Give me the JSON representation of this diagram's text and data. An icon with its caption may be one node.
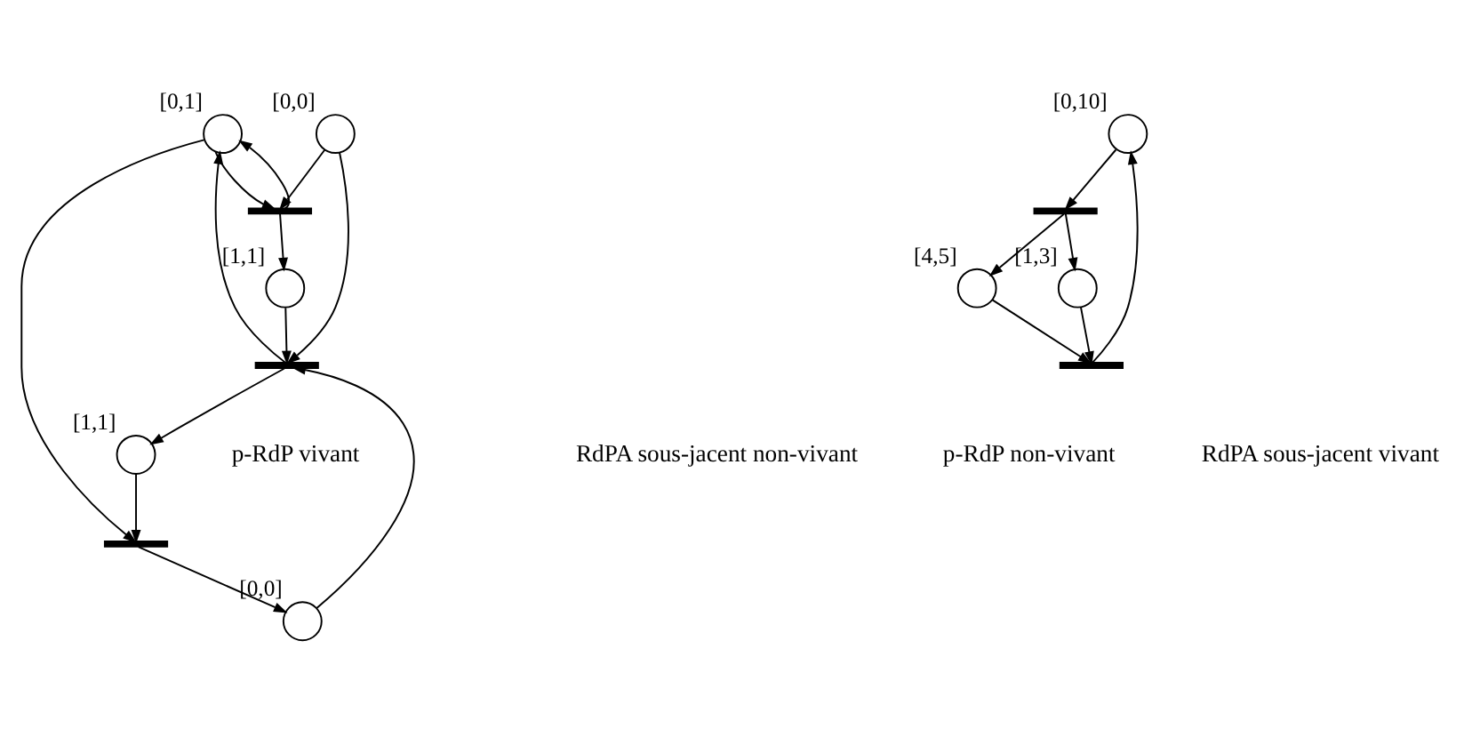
{
  "diagram": {
    "nodes": [
      {
        "text": [],
        "shape": "circle",
        "beside": [
          "[0,1]"
        ]
      },
      {
        "text": [],
        "shape": "circle",
        "beside": [
          "[1,1]"
        ]
      },
      {
        "text": [],
        "shape": "bar"
      },
      {
        "text": [],
        "shape": "bar"
      },
      {
        "text": [],
        "shape": "circle",
        "beside": [
          "[0,0]"
        ]
      },
      {
        "text": [],
        "shape": "circle",
        "beside": [
          "[1,1]"
        ]
      },
      {
        "text": [],
        "shape": "circle",
        "beside": [
          "[0,0]"
        ]
      },
      {
        "text": [],
        "shape": "bar"
      },
      {
        "text": [],
        "shape": "circle",
        "beside": [
          "[0,10]"
        ]
      },
      {
        "text": [],
        "shape": "circle",
        "beside": [
          "[1,3]"
        ]
      },
      {
        "text": [],
        "shape": "bar"
      },
      {
        "text": [],
        "shape": "bar"
      },
      {
        "text": [],
        "shape": "circle",
        "beside": [
          "[4,5]"
        ]
      }
    ],
    "edges": [
      {
        "from": 0,
        "to": 2,
        "arrow": "to"
      },
      {
        "from": 2,
        "to": 0,
        "arrow": "to"
      },
      {
        "from": 4,
        "to": 2,
        "arrow": "to"
      },
      {
        "from": 2,
        "to": 5,
        "arrow": "to"
      },
      {
        "from": 0,
        "to": 3,
        "arrow": "to"
      },
      {
        "from": 1,
        "to": 3,
        "arrow": "to"
      },
      {
        "from": 3,
        "to": 6,
        "arrow": "to"
      },
      {
        "from": 5,
        "to": 7,
        "arrow": "to"
      },
      {
        "from": 6,
        "to": 7,
        "arrow": "to"
      },
      {
        "from": 4,
        "to": 7,
        "arrow": "to"
      },
      {
        "from": 7,
        "to": 0,
        "arrow": "to"
      },
      {
        "from": 7,
        "to": 1,
        "arrow": "to"
      },
      {
        "from": 8,
        "to": 10,
        "arrow": "to"
      },
      {
        "from": 10,
        "to": 9,
        "arrow": "to"
      },
      {
        "from": 10,
        "to": 12,
        "arrow": "to"
      },
      {
        "from": 9,
        "to": 11,
        "arrow": "to"
      },
      {
        "from": 12,
        "to": 11,
        "arrow": "to"
      },
      {
        "from": 11,
        "to": 8,
        "arrow": "to"
      }
    ],
    "labels": [
      "p-RdP vivant",
      "RdPA sous-jacent non-vivant",
      "p-RdP non-vivant",
      "RdPA sous-jacent vivant"
    ]
  }
}
